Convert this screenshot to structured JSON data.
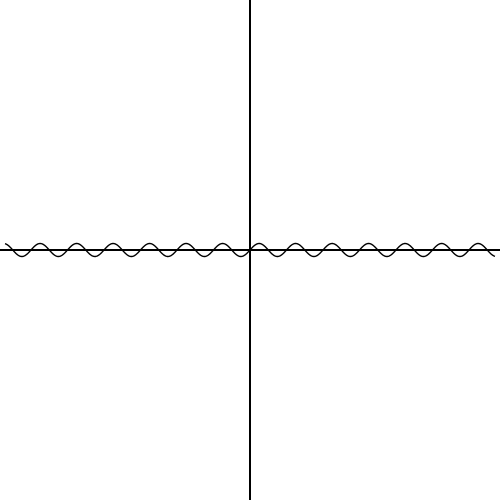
{
  "chart_data": {
    "type": "line",
    "title": "",
    "xlabel": "",
    "ylabel": "",
    "grid": false,
    "legend": "none",
    "xlim": [
      -50,
      50
    ],
    "ylim": [
      -50,
      50
    ],
    "series": [
      {
        "function": "sine",
        "amplitude": 1.3,
        "period": 7.3,
        "phase_shift": 0,
        "x_range": [
          -49,
          49
        ],
        "color": "#000000"
      }
    ],
    "axes_color": "#000000"
  }
}
